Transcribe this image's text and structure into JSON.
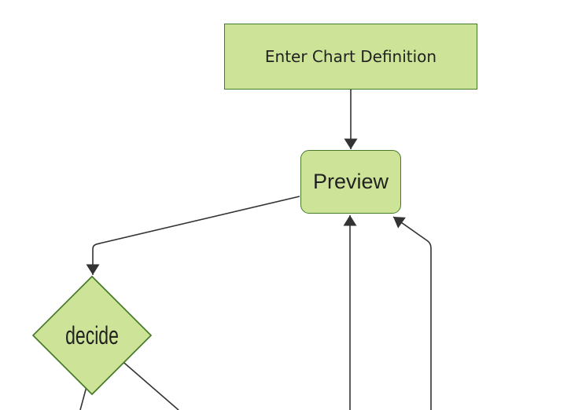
{
  "diagram": {
    "type": "flowchart",
    "direction": "top-down",
    "nodes": {
      "enter_chart_definition": {
        "label": "Enter Chart Definition",
        "shape": "rectangle"
      },
      "preview": {
        "label": "Preview",
        "shape": "rounded-rectangle"
      },
      "decide": {
        "label": "decide",
        "shape": "diamond"
      }
    },
    "edges": [
      {
        "from": "enter_chart_definition",
        "to": "preview",
        "arrow": true
      },
      {
        "from": "preview",
        "to": "decide",
        "arrow": true
      },
      {
        "from": "offscreen_bottom_left",
        "to": "preview",
        "arrow": true
      },
      {
        "from": "offscreen_bottom_right",
        "to": "preview",
        "arrow": true
      },
      {
        "from": "decide",
        "to": "offscreen_bottom_a",
        "arrow": false
      },
      {
        "from": "decide",
        "to": "offscreen_bottom_b",
        "arrow": false
      }
    ],
    "colors": {
      "node_fill": "#cde498",
      "node_border": "#457b28",
      "edge": "#333333",
      "text": "#222222",
      "background": "#ffffff"
    }
  }
}
